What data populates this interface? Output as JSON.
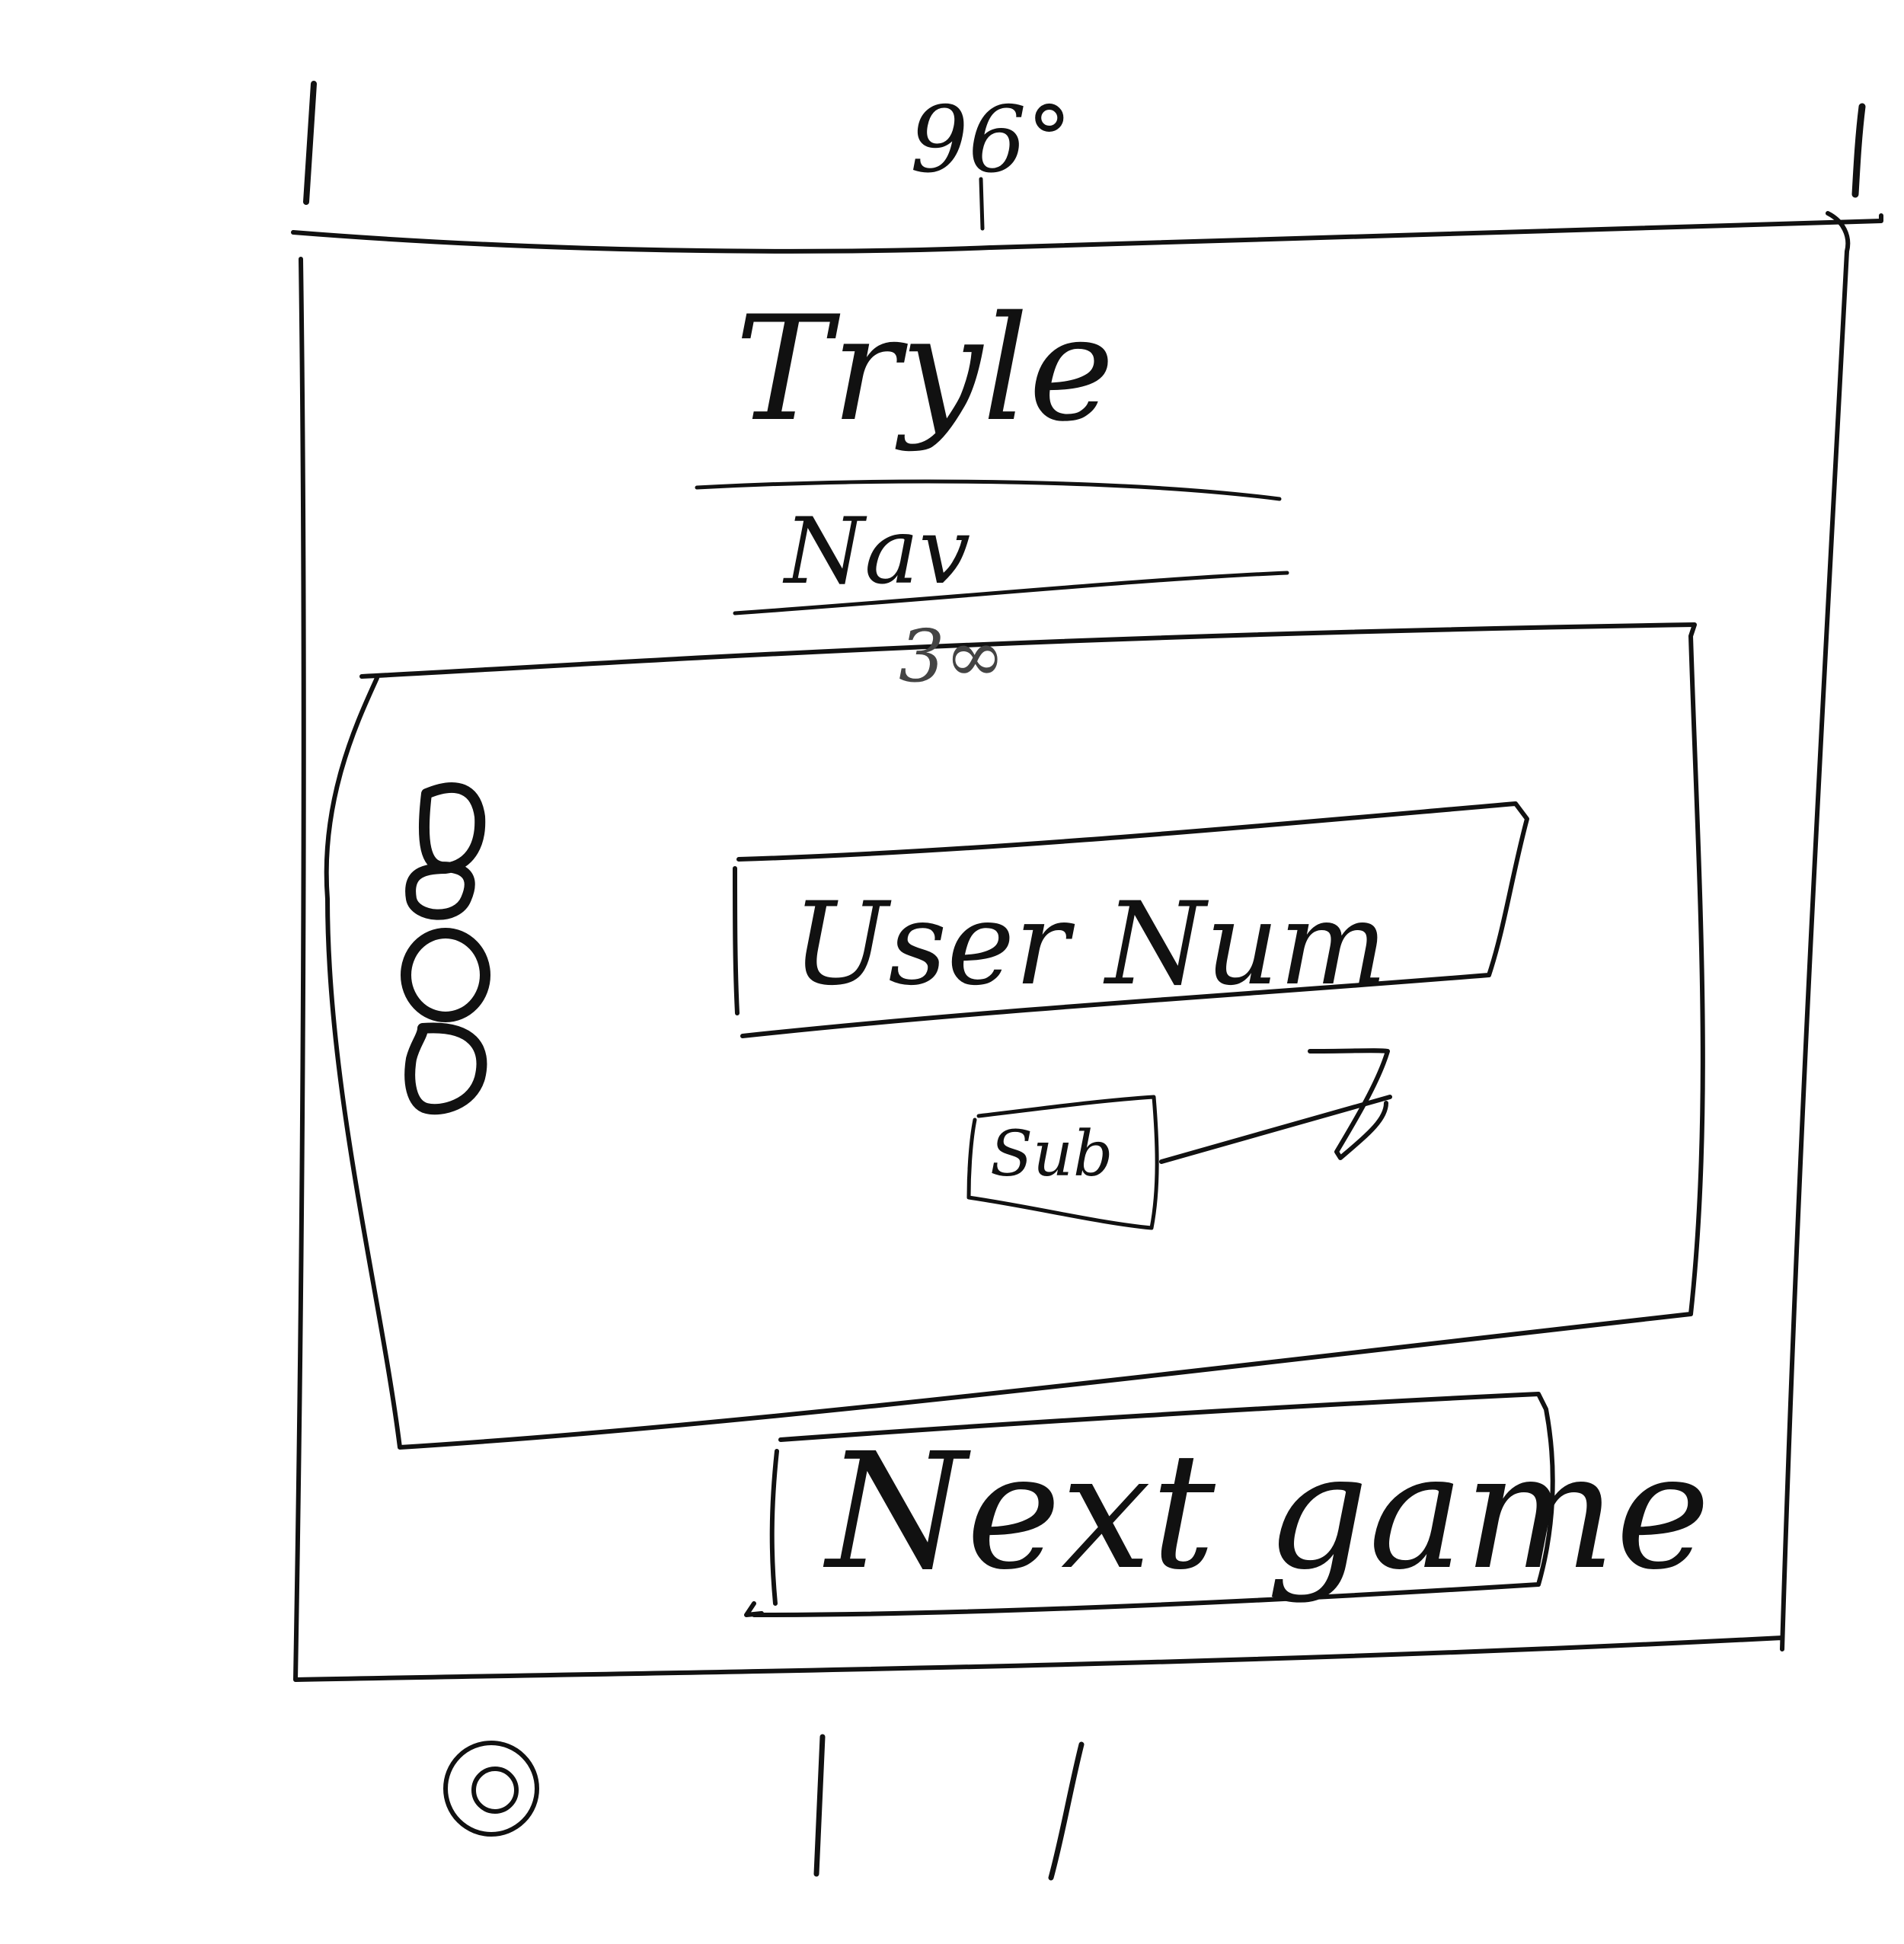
{
  "header": {
    "width_note": "96°",
    "title": "Tryle",
    "nav_label": "Nav"
  },
  "game_panel": {
    "width_note": "3∞",
    "counter": {
      "digits": [
        "8",
        "0",
        "0"
      ]
    },
    "number_input": {
      "placeholder": "User Num"
    },
    "submit_label": "Sub"
  },
  "next_game_label": "Next game",
  "bottom_bar": {
    "icons": [
      "home-icon",
      "nav-icon-bar",
      "nav-icon-slash"
    ]
  },
  "colors": {
    "ink": "#111111",
    "background": "#ffffff"
  }
}
